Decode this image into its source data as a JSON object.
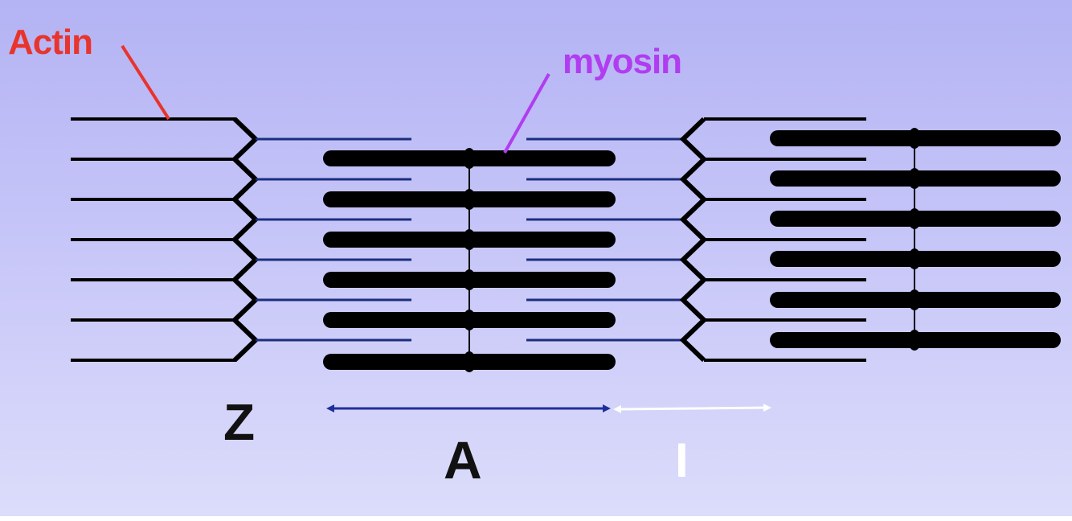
{
  "labels": {
    "actin": "Actin",
    "myosin": "myosin",
    "z_line": "Z",
    "a_band": "A",
    "i_band": "I"
  },
  "colors": {
    "actin_label": "#e8342c",
    "actin_pointer": "#e8342c",
    "myosin_label": "#b13cf0",
    "myosin_pointer": "#b13cf0",
    "thick_filament": "#000000",
    "thin_filament_left": "#000000",
    "thin_filament_inner": "#1b2f7e",
    "a_band_arrow": "#1f2f9a",
    "i_band_arrow": "#ffffff",
    "i_band_label": "#ffffff",
    "dark_label": "#111111"
  }
}
